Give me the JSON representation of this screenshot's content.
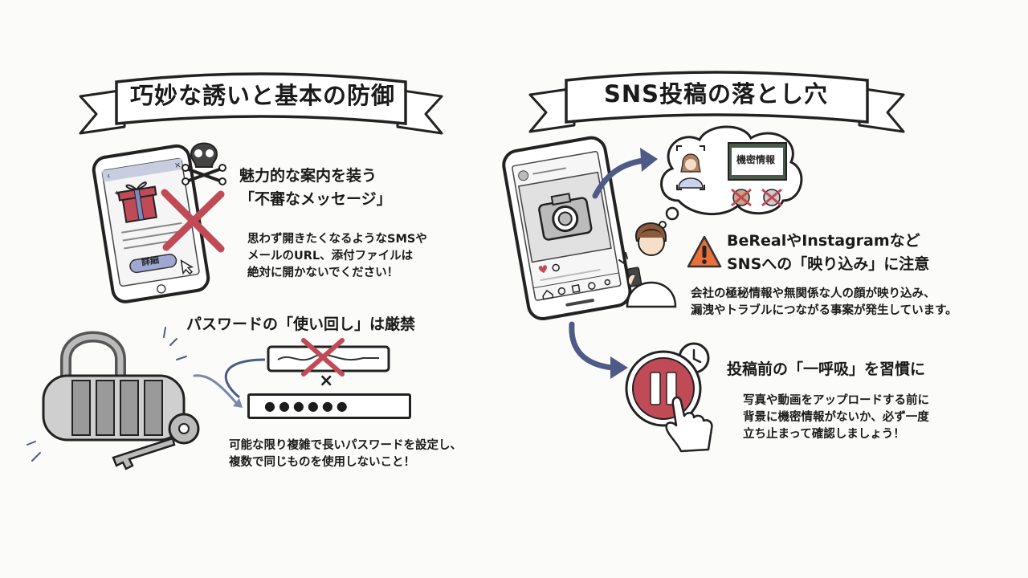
{
  "left": {
    "title": "巧妙な誘いと基本の防御",
    "phishing": {
      "heading_lines": [
        "魅力的な案内を装う",
        "「不審なメッセージ」"
      ],
      "body_lines": [
        "思わず開きたくなるようなSMSや",
        "メールのURL、添付ファイルは",
        "絶対に開かないでください！"
      ],
      "phone_button_label": "詳細"
    },
    "password": {
      "heading": "パスワードの「使い回し」は厳禁",
      "body_lines": [
        "可能な限り複雑で長いパスワードを設定し、",
        "複数で同じものを使用しないこと！"
      ],
      "cross_mark": "×",
      "masked_password": "●●●●●●"
    }
  },
  "right": {
    "title": "SNS投稿の落とし穴",
    "thought_bubble": {
      "board_label": "機密情報"
    },
    "warning": {
      "heading_lines": [
        "BeRealやInstagramなど",
        "SNSへの「映り込み」に注意"
      ],
      "body_lines": [
        "会社の極秘情報や無関係な人の顔が映り込み、",
        "漏洩やトラブルにつながる事案が発生しています。"
      ]
    },
    "pause": {
      "heading": "投稿前の「一呼吸」を習慣に",
      "body_lines": [
        "写真や動画をアップロードする前に",
        "背景に機密情報がないか、必ず一度",
        "立ち止まって確認しましょう！"
      ]
    }
  },
  "colors": {
    "accent_red": "#c04a55",
    "blue_arrow": "#4d5b86",
    "warning_orange": "#e9703a",
    "ink": "#1a1a1a"
  },
  "icons": [
    "ribbon-banner",
    "skull-crossbones-icon",
    "gift-icon",
    "red-x-icon",
    "cursor-icon",
    "padlock-icon",
    "key-icon",
    "camera-icon",
    "warning-triangle-icon",
    "person-icon",
    "pause-icon",
    "clock-icon",
    "hand-pointer-icon",
    "arrow-icon"
  ]
}
